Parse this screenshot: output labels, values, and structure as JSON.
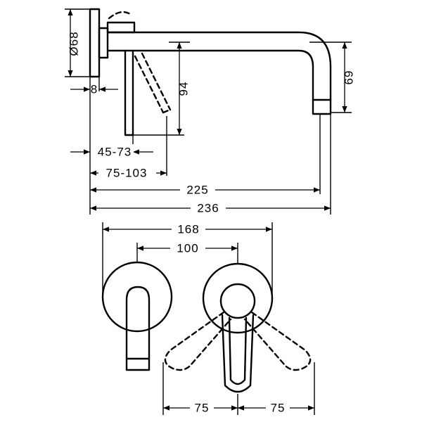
{
  "dimensions": {
    "flange_diameter": "Ø68",
    "flange_thickness": "8",
    "lever_drop": "94",
    "spout_height": "69",
    "lever_offset": "45-73",
    "lever_reach": "75-103",
    "spout_projection": "225",
    "overall_projection": "236",
    "plates_span": "168",
    "centres": "100",
    "swing_left": "75",
    "swing_right": "75"
  }
}
